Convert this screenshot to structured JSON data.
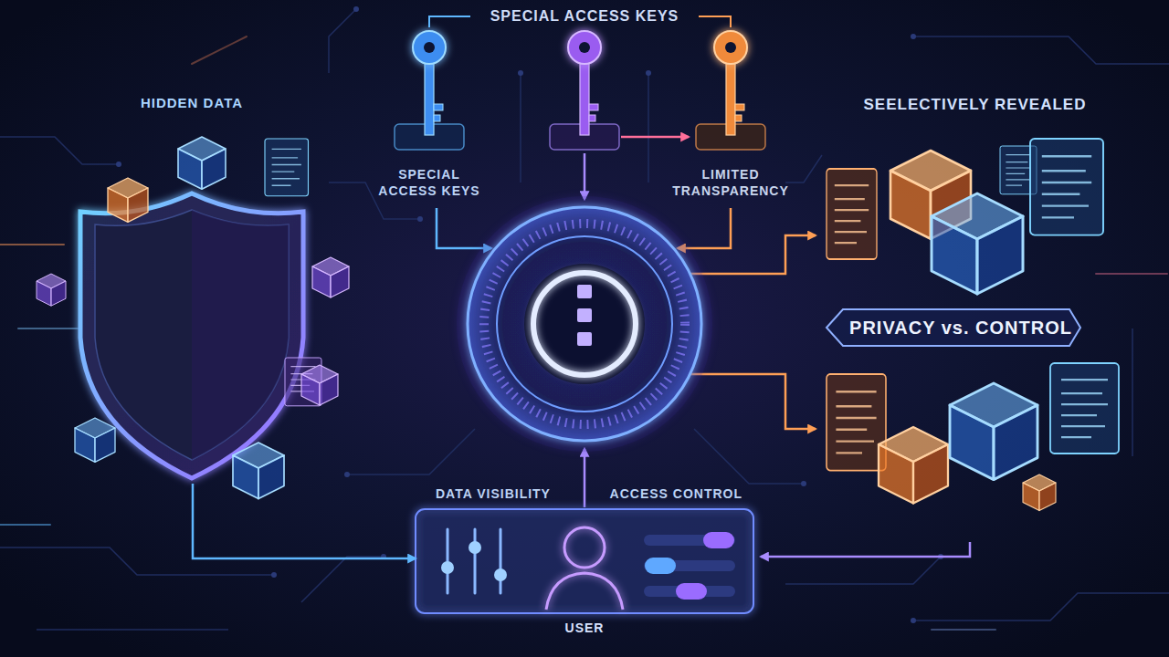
{
  "diagram": {
    "nodes": [
      {
        "text": [
          "HIDDEN DATA"
        ]
      },
      {
        "text": [
          "SPECIAL ACCESS KEYS"
        ]
      },
      {
        "text": [
          "LIMITED TRANSPARENCY"
        ]
      },
      {
        "text": [
          "SEELECTIVELY REVEALED"
        ]
      },
      {
        "text": [
          "PRIVACY vs. CONTROL"
        ]
      },
      {
        "text": [
          "DATA VISIBILITY",
          "ACCESS CONTROL",
          "USER"
        ]
      }
    ],
    "edges": [
      {
        "from": 0,
        "to": 5,
        "arrow": "to"
      }
    ],
    "labels": [
      "SPECIAL ACCESS KEYS"
    ]
  }
}
